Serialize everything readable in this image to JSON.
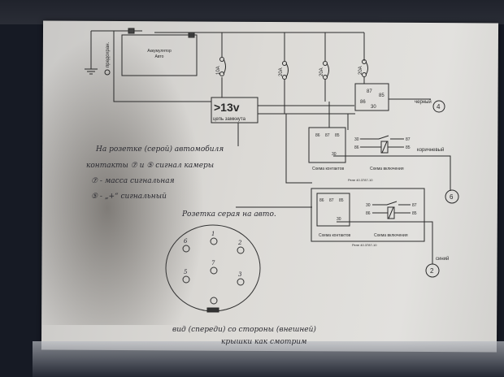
{
  "diagram": {
    "battery_label": [
      "Аккумулятор",
      "Авто"
    ],
    "side_label": "предохран.",
    "fuses": [
      "10A",
      "20A",
      "20A",
      "20A"
    ],
    "voltage_box": {
      "value": ">13v",
      "caption": "цепь замкнута"
    },
    "top_relay_pins": [
      "87",
      "85",
      "86",
      "30"
    ],
    "relay_pins": [
      "86",
      "87",
      "85",
      "30"
    ],
    "switch_pins": [
      "30",
      "87",
      "86",
      "85"
    ],
    "contacts_label": "Схема контактов",
    "wiring_label": "Схема включения",
    "relay_model": "Реле 40.3787-10",
    "wires": [
      {
        "color": "черный",
        "pin": "4"
      },
      {
        "color": "коричневый",
        "pin": "6"
      },
      {
        "color": "синий",
        "pin": "2"
      }
    ]
  },
  "notes": {
    "line1": "На розетке (серой) автомобиля",
    "line2": "контакты ⑦ и ⑤ сигнал камеры",
    "line3": "⑦ - масса сигнальная",
    "line4": "⑤ - „+“ сигнальный",
    "socket_title": "Розетка серая на авто.",
    "socket_pins": [
      "6",
      "1",
      "2",
      "5",
      "7",
      "3"
    ],
    "footer1": "вид (спереди) со стороны (внешней)",
    "footer2": "крышки как смотрим"
  }
}
